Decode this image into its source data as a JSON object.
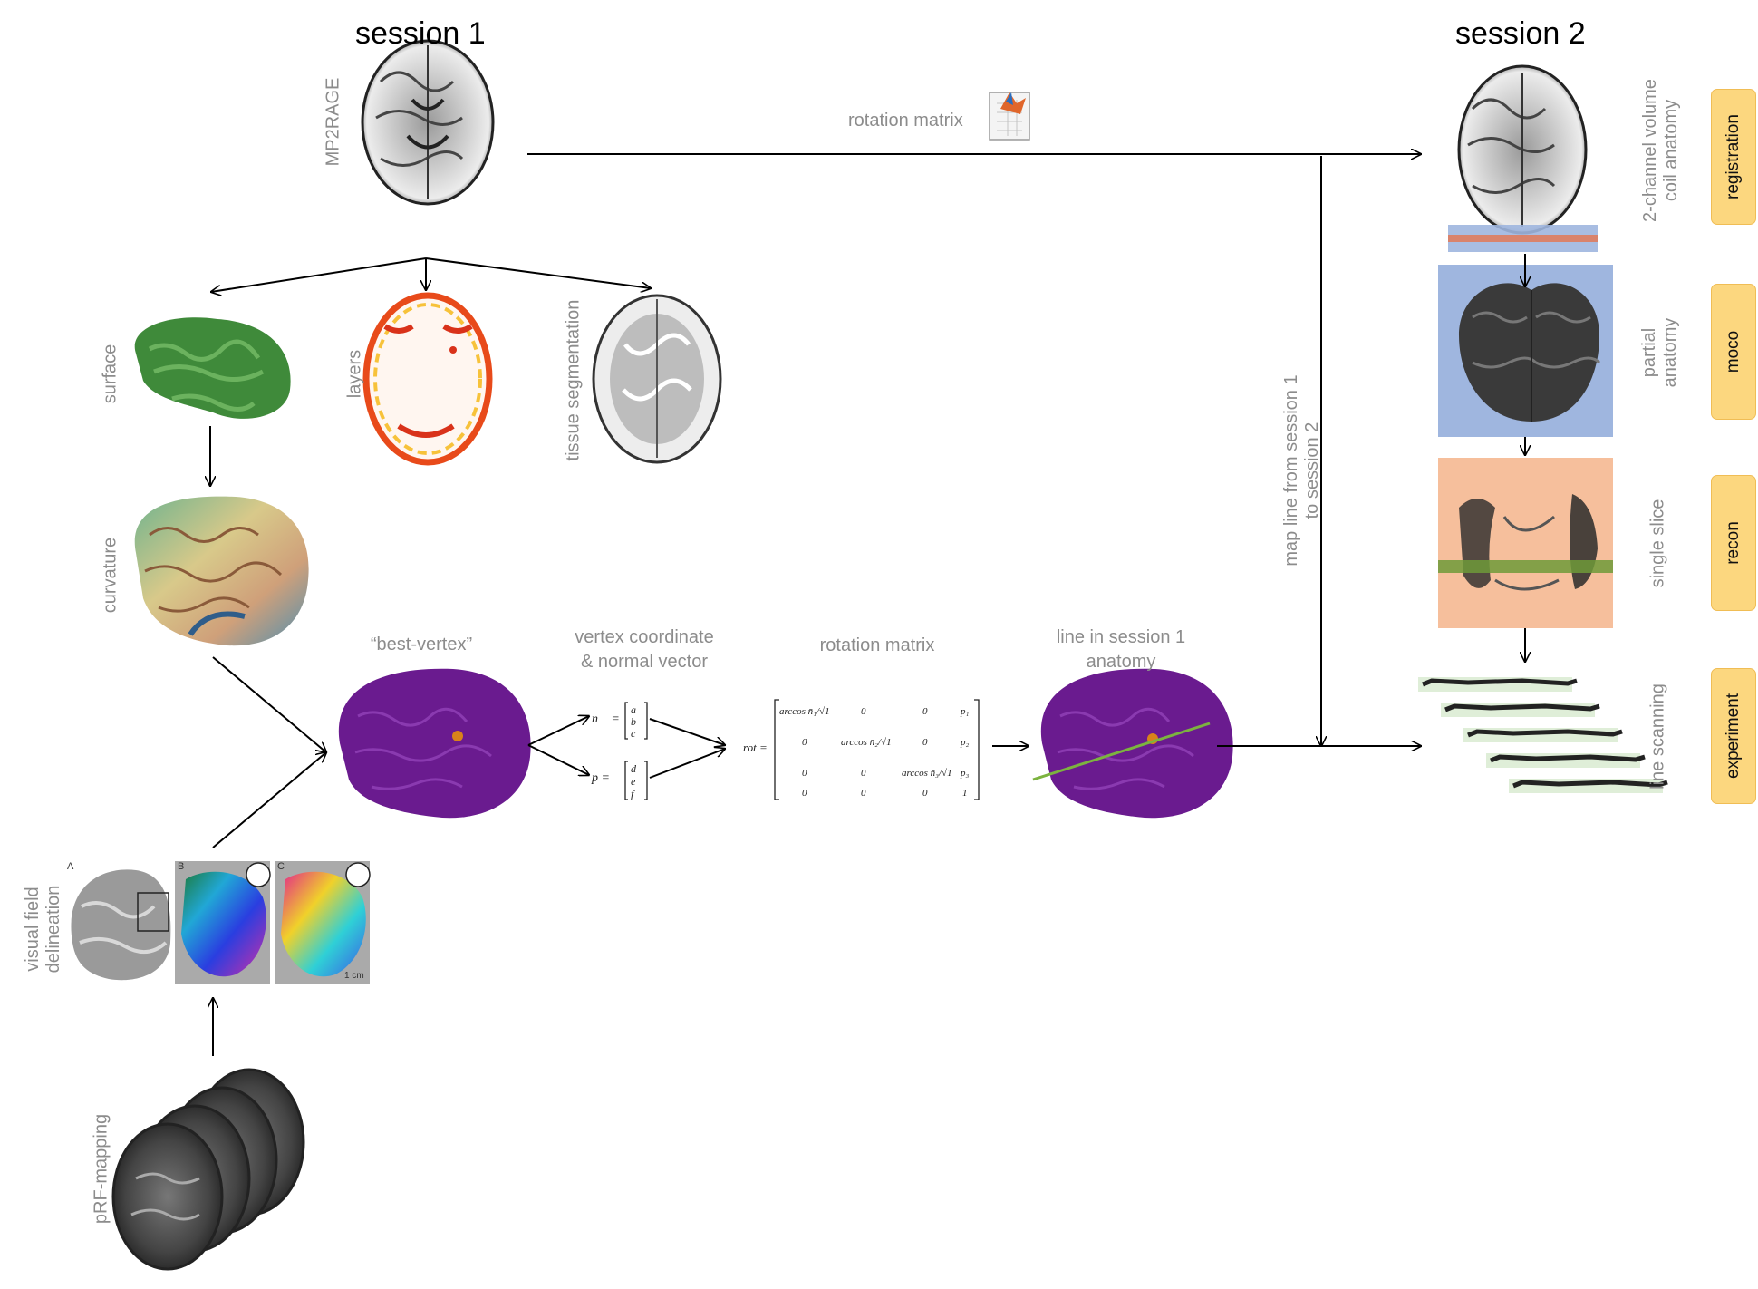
{
  "sessions": {
    "s1": "session 1",
    "s2": "session 2"
  },
  "labels": {
    "mp2rage": "MP2RAGE",
    "rotation_matrix_top": "rotation matrix",
    "surface": "surface",
    "layers": "layers",
    "tissue_seg": "tissue segmentation",
    "curvature": "curvature",
    "best_vertex": "“best-vertex”",
    "vertex_coord_1": "vertex coordinate",
    "vertex_coord_2": "& normal vector",
    "rotation_matrix_mid": "rotation matrix",
    "line_s1_1": "line in session 1",
    "line_s1_2": "anatomy",
    "visual_field_1": "visual field",
    "visual_field_2": "delineation",
    "prf": "pRF-mapping",
    "map_line_1": "map line from session 1",
    "map_line_2": "to session 2",
    "coil_1": "2-channel volume",
    "coil_2": "coil anatomy",
    "partial_1": "partial",
    "partial_2": "anatomy",
    "single_slice": "single slice",
    "line_scanning": "line scanning"
  },
  "stages": [
    "registration",
    "moco",
    "recon",
    "experiment"
  ],
  "panels": {
    "a": "A",
    "b": "B",
    "c": "C",
    "scale": "1 cm"
  },
  "colors": {
    "arrow": "#000000",
    "label_gray": "#8c8c8c",
    "stage_fill": "#fcd77f",
    "stage_border": "#f0bd55",
    "purple": "#6a1b8f",
    "surface_green": "#3f8a3a",
    "partial_blue": "#9fb6df",
    "slice_orange": "#f6bf9c",
    "green_band": "#86b35a",
    "red_band": "#d9836c"
  },
  "icons": [
    "matlab-file-icon"
  ]
}
